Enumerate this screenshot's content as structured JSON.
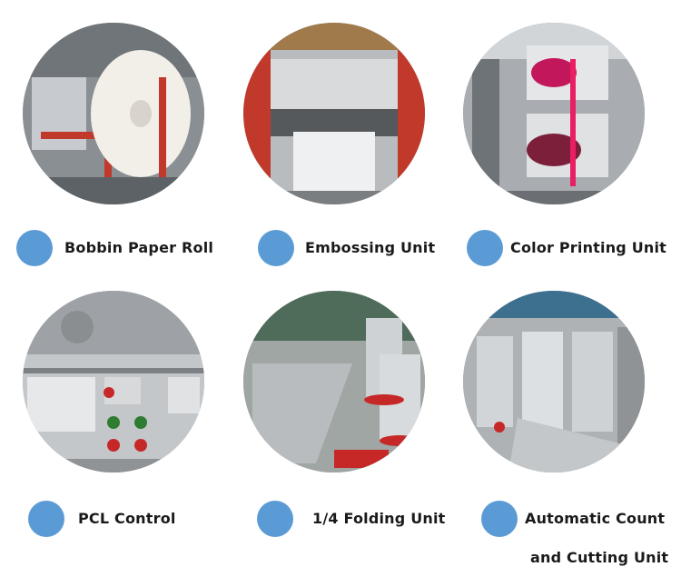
{
  "items": [
    {
      "label": "Bobbin Paper Roll",
      "image": "bobbin-paper-roll-photo"
    },
    {
      "label": "Embossing Unit",
      "image": "embossing-unit-photo"
    },
    {
      "label": "Color Printing Unit",
      "image": "color-printing-unit-photo"
    },
    {
      "label": "PCL Control",
      "image": "pcl-control-photo"
    },
    {
      "label": "1/4 Folding Unit",
      "image": "folding-unit-photo"
    },
    {
      "label": "Automatic Count",
      "label_line2": "and Cutting Unit",
      "image": "count-cutting-unit-photo"
    }
  ],
  "colors": {
    "bullet": "#5b9bd5",
    "text": "#1a1a1a",
    "background": "#ffffff"
  }
}
